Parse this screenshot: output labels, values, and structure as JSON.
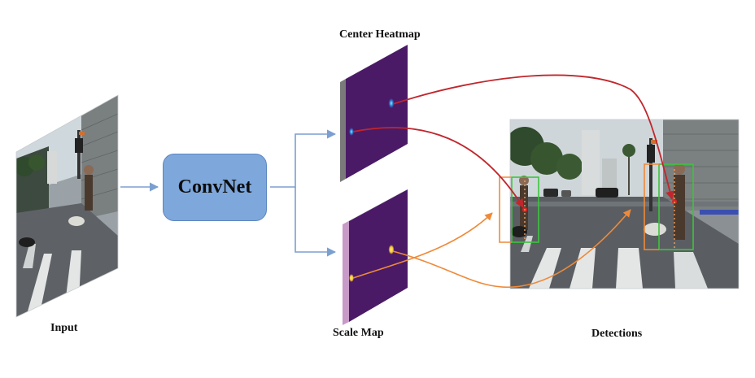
{
  "labels": {
    "input": "Input",
    "convnet": "ConvNet",
    "center_heatmap": "Center Heatmap",
    "scale_map": "Scale Map",
    "detections": "Detections"
  },
  "colors": {
    "convnet_fill": "#7ea7dc",
    "flow_arrow": "#7b9fd0",
    "map_face": "#4a1a66",
    "center_link": "#c0272d",
    "scale_link": "#ee8a3a",
    "detection_box": "#3cc43c"
  },
  "images": {
    "input": "street-scene-pedestrian-dog-crosswalk",
    "detections": "street-scene-with-detection-boxes"
  }
}
